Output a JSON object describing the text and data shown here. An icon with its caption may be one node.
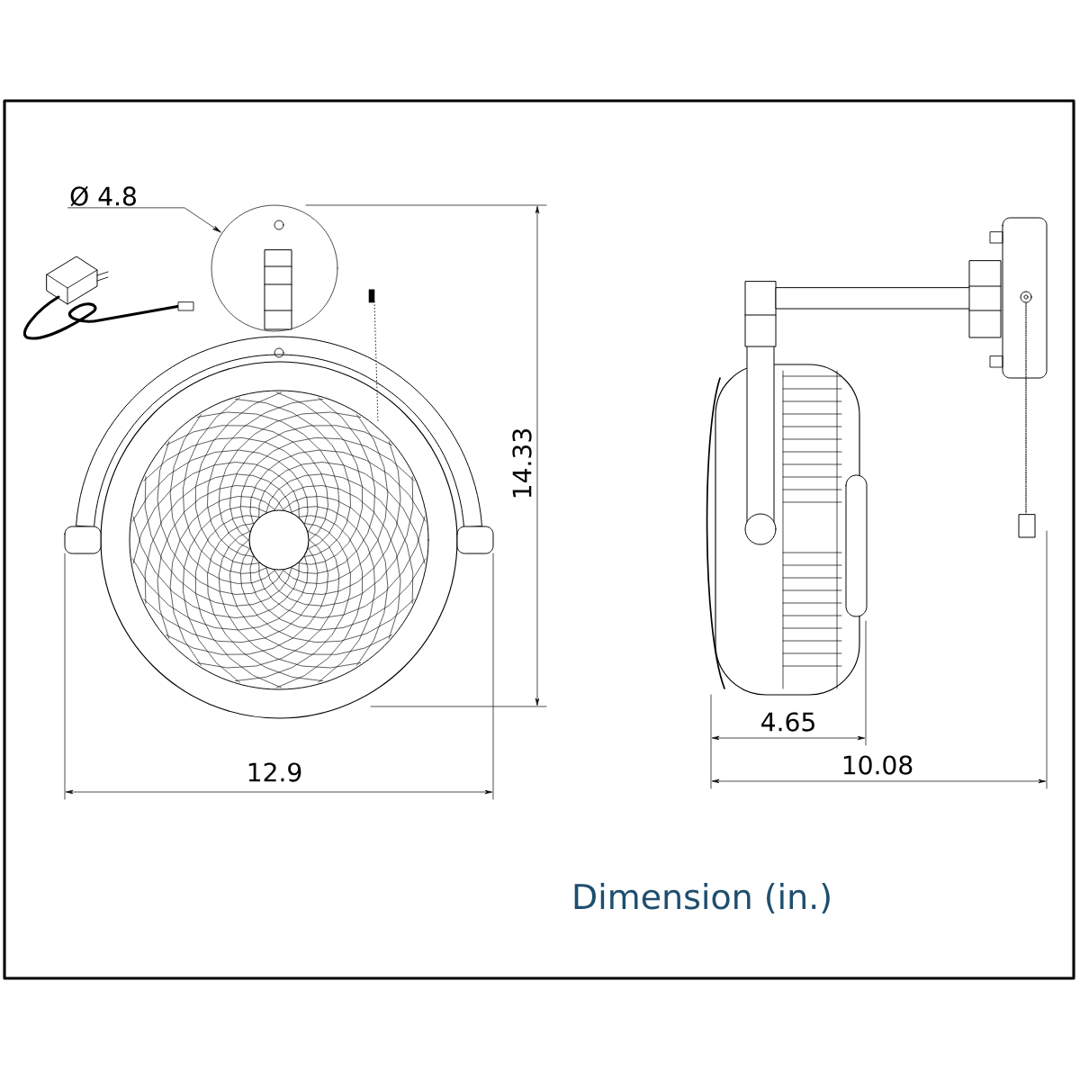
{
  "diagram": {
    "caption": "Dimension (in.)",
    "nodes": [
      {
        "text": [
          "Ø 4.8"
        ]
      },
      {
        "text": [],
        "shape": "circle"
      }
    ],
    "edges": [
      {
        "from": 0,
        "to": 1,
        "arrow": "to"
      }
    ],
    "labels": [
      "14.33",
      "12.9",
      "4.65",
      "10.08"
    ]
  }
}
